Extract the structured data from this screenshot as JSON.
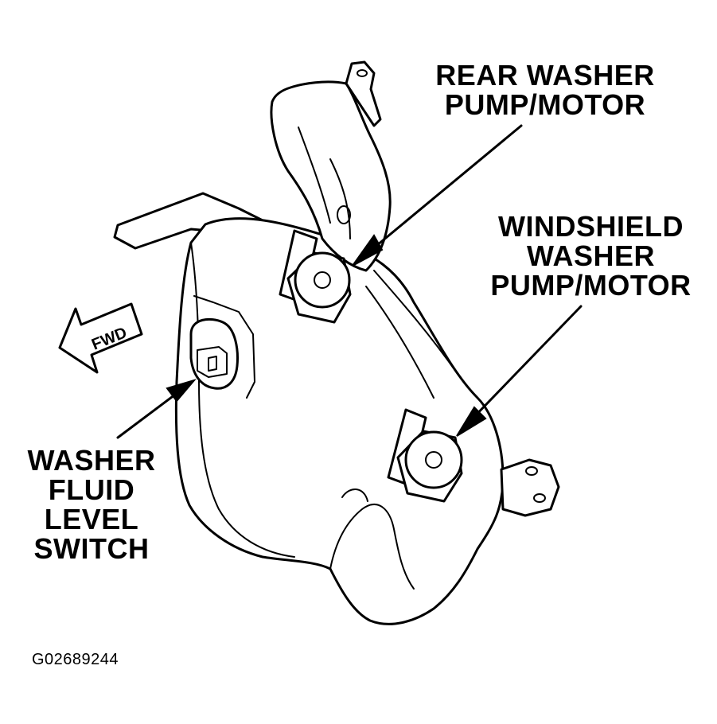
{
  "labels": {
    "rear_pump": [
      "REAR WASHER",
      "PUMP/MOTOR"
    ],
    "windshield_pump": [
      "WINDSHIELD",
      "WASHER",
      "PUMP/MOTOR"
    ],
    "level_switch": [
      "WASHER",
      "FLUID",
      "LEVEL",
      "SWITCH"
    ],
    "fwd": "FWD"
  },
  "figure_id": "G02689244",
  "colors": {
    "ink": "#000000",
    "background": "#ffffff"
  }
}
